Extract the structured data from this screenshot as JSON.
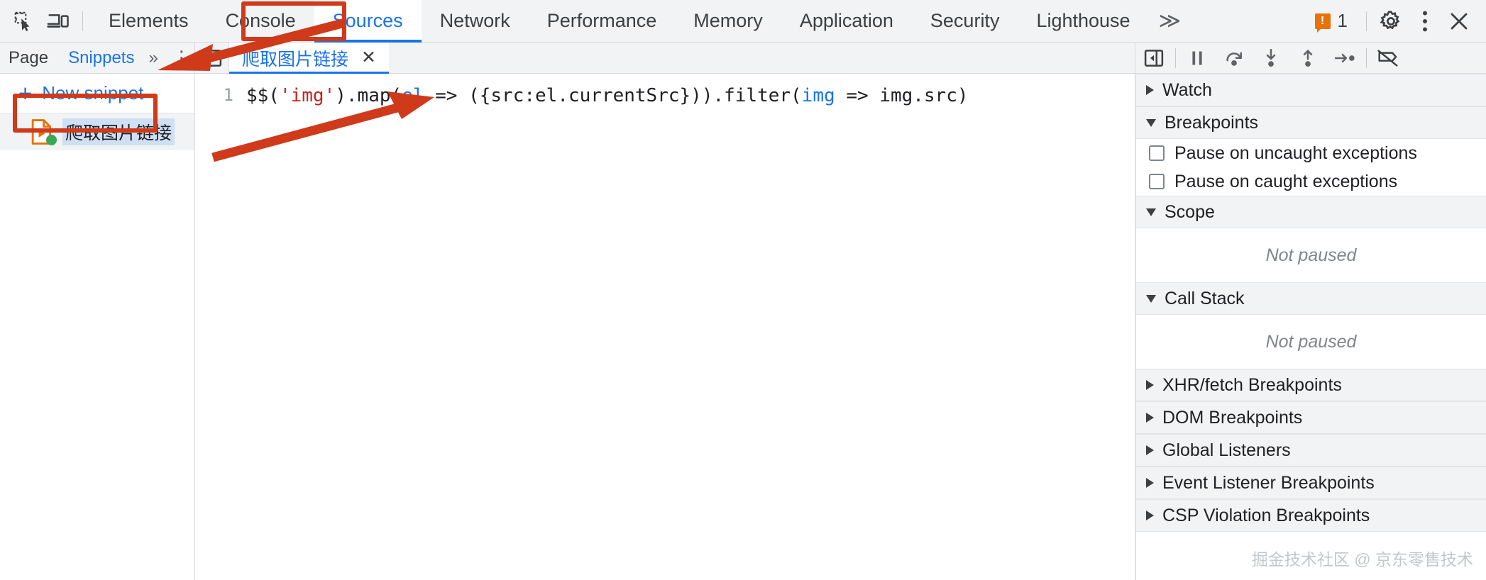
{
  "toolbar": {
    "icons": [
      {
        "name": "inspect-element-icon"
      },
      {
        "name": "device-toolbar-icon"
      }
    ],
    "tabs": [
      {
        "label": "Elements",
        "active": false
      },
      {
        "label": "Console",
        "active": false
      },
      {
        "label": "Sources",
        "active": true
      },
      {
        "label": "Network",
        "active": false
      },
      {
        "label": "Performance",
        "active": false
      },
      {
        "label": "Memory",
        "active": false
      },
      {
        "label": "Application",
        "active": false
      },
      {
        "label": "Security",
        "active": false
      },
      {
        "label": "Lighthouse",
        "active": false
      }
    ],
    "more_tabs": "≫",
    "error_badge": {
      "symbol": "!",
      "count": "1",
      "color": "#e8710a"
    },
    "settings_icon": "gear-icon",
    "menu_icon": "three-dot-menu-icon",
    "close_icon": "close-icon"
  },
  "navigator": {
    "tabs": [
      {
        "label": "Page",
        "active": false
      },
      {
        "label": "Snippets",
        "active": true
      }
    ],
    "overflow": "»",
    "more": "⋮",
    "new_snippet_label": "New snippet",
    "new_snippet_plus": "+",
    "snippet": {
      "name": "爬取图片链接",
      "icon": "snippet-file-icon"
    }
  },
  "editor": {
    "collapse_icon": "panel-collapse-icon",
    "tab_title": "爬取图片链接",
    "tab_close": "✕",
    "line_number": "1",
    "code_tokens": [
      {
        "text": "$$(",
        "type": "plain"
      },
      {
        "text": "'img'",
        "type": "string"
      },
      {
        "text": ").map(",
        "type": "plain"
      },
      {
        "text": "el",
        "type": "param"
      },
      {
        "text": " => ({src:el.currentSrc})).filter(",
        "type": "plain"
      },
      {
        "text": "img",
        "type": "param"
      },
      {
        "text": " => img.src)",
        "type": "plain"
      }
    ],
    "code_full": "$$('img').map(el => ({src:el.currentSrc})).filter(img => img.src)"
  },
  "debugger": {
    "toolbar_buttons": [
      {
        "name": "expand-debugger-sidebar-icon"
      },
      {
        "name": "pause-resume-script-icon"
      },
      {
        "name": "step-over-icon"
      },
      {
        "name": "step-into-icon"
      },
      {
        "name": "step-out-icon"
      },
      {
        "name": "step-icon"
      },
      {
        "name": "deactivate-breakpoints-icon"
      }
    ],
    "sections": [
      {
        "title": "Watch",
        "expanded": false
      },
      {
        "title": "Breakpoints",
        "expanded": true
      },
      {
        "title": "Scope",
        "expanded": true
      },
      {
        "title": "Call Stack",
        "expanded": true
      },
      {
        "title": "XHR/fetch Breakpoints",
        "expanded": false
      },
      {
        "title": "DOM Breakpoints",
        "expanded": false
      },
      {
        "title": "Global Listeners",
        "expanded": false
      },
      {
        "title": "Event Listener Breakpoints",
        "expanded": false
      },
      {
        "title": "CSP Violation Breakpoints",
        "expanded": false
      }
    ],
    "breakpoint_options": [
      {
        "label": "Pause on uncaught exceptions",
        "checked": false
      },
      {
        "label": "Pause on caught exceptions",
        "checked": false
      }
    ],
    "scope_empty": "Not paused",
    "callstack_empty": "Not paused"
  },
  "watermark": "掘金技术社区 @ 京东零售技术",
  "annotations": {
    "color": "#cf3a1b",
    "boxes": [
      {
        "name": "sources-tab-highlight"
      },
      {
        "name": "new-snippet-highlight"
      }
    ],
    "arrows": [
      {
        "name": "arrow-to-snippets-tab"
      },
      {
        "name": "arrow-to-code-editor"
      }
    ]
  }
}
